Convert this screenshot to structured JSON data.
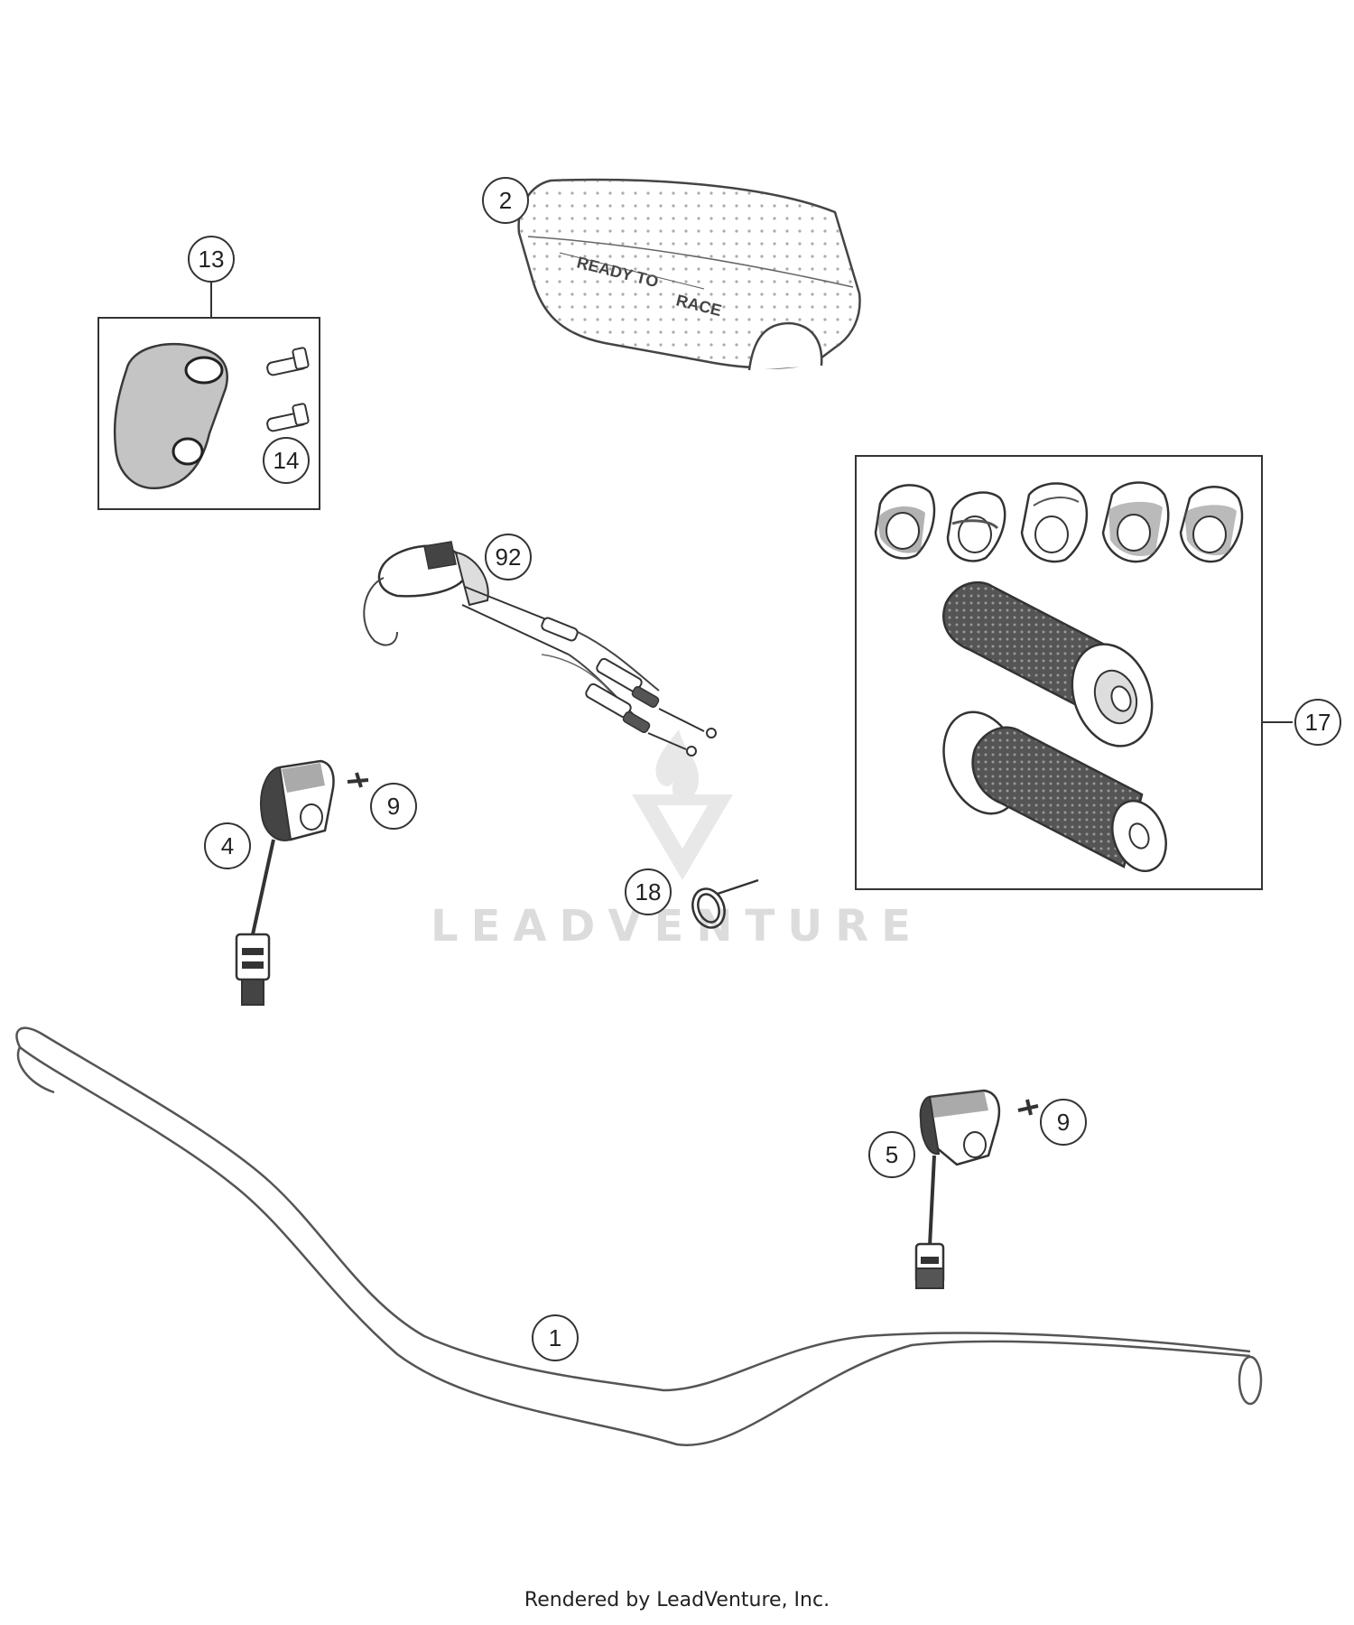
{
  "callouts": {
    "c1": "1",
    "c2": "2",
    "c4": "4",
    "c5": "5",
    "c9a": "9",
    "c9b": "9",
    "c13": "13",
    "c14": "14",
    "c17": "17",
    "c18": "18",
    "c92": "92"
  },
  "pad_print": {
    "line1": "READY TO",
    "line2": "RACE"
  },
  "watermark": {
    "text": "LEADVENTURE"
  },
  "footer": {
    "text": "Rendered by LeadVenture, Inc."
  },
  "colors": {
    "line": "#555555",
    "dark": "#333333",
    "watermark": "#d9d9d9"
  }
}
